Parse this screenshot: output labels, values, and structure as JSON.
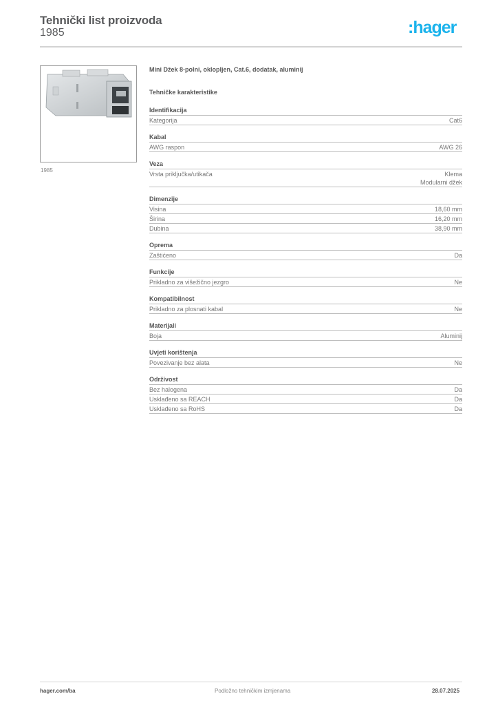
{
  "header": {
    "title": "Tehnički list proizvoda",
    "article_number": "1985",
    "logo_text": ":hager",
    "logo_color": "#1bb3ec"
  },
  "product": {
    "image_caption": "1985",
    "image_alt": "Mini RJ45 jack module aluminium",
    "title": "Mini Džek 8-polni, oklopljen, Cat.6, dodatak, aluminij",
    "tech_heading": "Tehničke karakteristike"
  },
  "sections": [
    {
      "title": "Identifikacija",
      "rows": [
        {
          "label": "Kategorija",
          "value": "Cat6"
        }
      ]
    },
    {
      "title": "Kabal",
      "rows": [
        {
          "label": "AWG raspon",
          "value": "AWG 26"
        }
      ]
    },
    {
      "title": "Veza",
      "rows": [
        {
          "label": "Vrsta priključka/utikača",
          "value": "Klema",
          "value2": "Modularni džek"
        }
      ]
    },
    {
      "title": "Dimenzije",
      "rows": [
        {
          "label": "Visina",
          "value": "18,60 mm"
        },
        {
          "label": "Širina",
          "value": "16,20 mm"
        },
        {
          "label": "Dubina",
          "value": "38,90 mm"
        }
      ]
    },
    {
      "title": "Oprema",
      "rows": [
        {
          "label": "Zaštićeno",
          "value": "Da"
        }
      ]
    },
    {
      "title": "Funkcije",
      "rows": [
        {
          "label": "Prikladno za višežično jezgro",
          "value": "Ne"
        }
      ]
    },
    {
      "title": "Kompatibilnost",
      "rows": [
        {
          "label": "Prikladno za plosnati kabal",
          "value": "Ne"
        }
      ]
    },
    {
      "title": "Materijali",
      "rows": [
        {
          "label": "Boja",
          "value": "Aluminij"
        }
      ]
    },
    {
      "title": "Uvjeti korištenja",
      "rows": [
        {
          "label": "Povezivanje bez alata",
          "value": "Ne"
        }
      ]
    },
    {
      "title": "Održivost",
      "rows": [
        {
          "label": "Bez halogena",
          "value": "Da"
        },
        {
          "label": "Usklađeno sa REACH",
          "value": "Da"
        },
        {
          "label": "Usklađeno sa RoHS",
          "value": "Da"
        }
      ]
    }
  ],
  "footer": {
    "website": "hager.com/ba",
    "notice": "Podložno tehničkim izmjenama",
    "date": "28.07.2025"
  }
}
